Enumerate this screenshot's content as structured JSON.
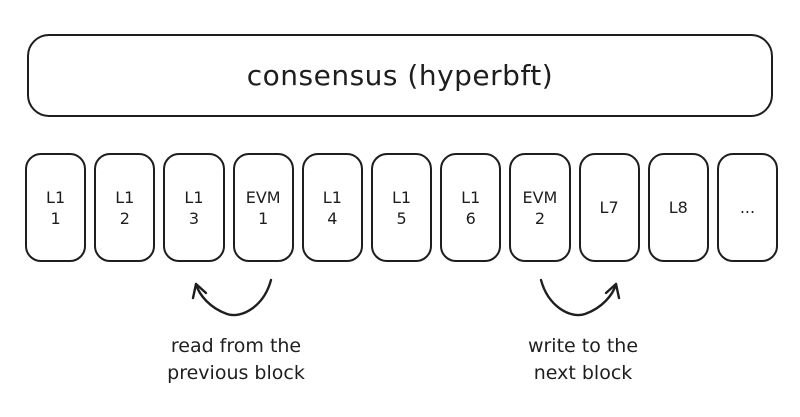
{
  "colors": {
    "stroke": "#1e1e1e",
    "background": "#ffffff"
  },
  "consensus_box": {
    "label": "consensus (hyperbft)"
  },
  "blocks": [
    {
      "line1": "L1",
      "line2": "1"
    },
    {
      "line1": "L1",
      "line2": "2"
    },
    {
      "line1": "L1",
      "line2": "3"
    },
    {
      "line1": "EVM",
      "line2": "1"
    },
    {
      "line1": "L1",
      "line2": "4"
    },
    {
      "line1": "L1",
      "line2": "5"
    },
    {
      "line1": "L1",
      "line2": "6"
    },
    {
      "line1": "EVM",
      "line2": "2"
    },
    {
      "line1": "L7",
      "line2": ""
    },
    {
      "line1": "L8",
      "line2": ""
    },
    {
      "line1": "...",
      "line2": ""
    }
  ],
  "annotations": {
    "read": {
      "line1": "read from the",
      "line2": "previous block"
    },
    "write": {
      "line1": "write to the",
      "line2": "next block"
    }
  },
  "icons": {
    "read_arrow": "curved-arrow-up-left",
    "write_arrow": "curved-arrow-up-right"
  }
}
